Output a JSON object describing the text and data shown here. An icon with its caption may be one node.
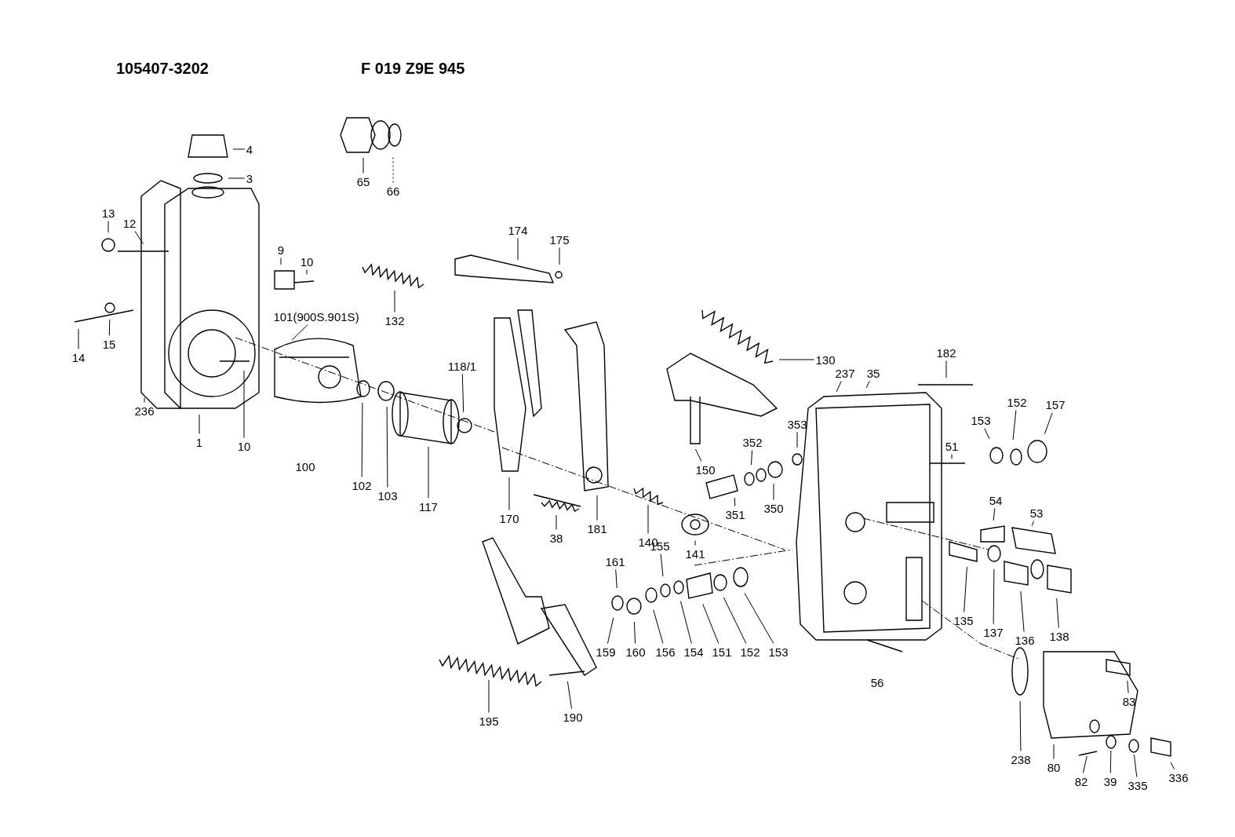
{
  "diagram": {
    "nodes": [
      {
        "text": [
          "4"
        ]
      },
      {
        "text": [
          "3"
        ]
      },
      {
        "text": [
          "65"
        ]
      },
      {
        "text": [
          "66"
        ]
      },
      {
        "text": [
          "13"
        ]
      },
      {
        "text": [
          "12"
        ]
      },
      {
        "text": [
          "174"
        ]
      },
      {
        "text": [
          "175"
        ]
      },
      {
        "text": [
          "9"
        ]
      },
      {
        "text": [
          "10"
        ]
      },
      {
        "text": [
          "132"
        ]
      },
      {
        "text": [
          "101(900S.901S)"
        ]
      },
      {
        "text": [
          "14"
        ]
      },
      {
        "text": [
          "15"
        ]
      },
      {
        "text": [
          "130"
        ]
      },
      {
        "text": [
          "182"
        ]
      },
      {
        "text": [
          "118/1"
        ]
      },
      {
        "text": [
          "237"
        ]
      },
      {
        "text": [
          "35"
        ]
      },
      {
        "text": [
          "153"
        ]
      },
      {
        "text": [
          "152"
        ]
      },
      {
        "text": [
          "157"
        ]
      },
      {
        "text": [
          "236"
        ]
      },
      {
        "text": [
          "1"
        ]
      },
      {
        "text": [
          "10"
        ]
      },
      {
        "text": [
          "51"
        ]
      },
      {
        "text": [
          "353"
        ]
      },
      {
        "text": [
          "352"
        ]
      },
      {
        "text": [
          "150"
        ]
      },
      {
        "text": [
          "102"
        ]
      },
      {
        "text": [
          "103"
        ]
      },
      {
        "text": [
          "117"
        ]
      },
      {
        "text": [
          "170"
        ]
      },
      {
        "text": [
          "38"
        ]
      },
      {
        "text": [
          "181"
        ]
      },
      {
        "text": [
          "140"
        ]
      },
      {
        "text": [
          "141"
        ]
      },
      {
        "text": [
          "351"
        ]
      },
      {
        "text": [
          "350"
        ]
      },
      {
        "text": [
          "54"
        ]
      },
      {
        "text": [
          "53"
        ]
      },
      {
        "text": [
          "155"
        ]
      },
      {
        "text": [
          "161"
        ]
      },
      {
        "text": [
          "135"
        ]
      },
      {
        "text": [
          "137"
        ]
      },
      {
        "text": [
          "136"
        ]
      },
      {
        "text": [
          "138"
        ]
      },
      {
        "text": [
          "153"
        ]
      },
      {
        "text": [
          "152"
        ]
      },
      {
        "text": [
          "151"
        ]
      },
      {
        "text": [
          "154"
        ]
      },
      {
        "text": [
          "156"
        ]
      },
      {
        "text": [
          "159"
        ]
      },
      {
        "text": [
          "160"
        ]
      },
      {
        "text": [
          "83"
        ]
      },
      {
        "text": [
          "195"
        ]
      },
      {
        "text": [
          "190"
        ]
      },
      {
        "text": [
          "238"
        ]
      },
      {
        "text": [
          "80"
        ]
      },
      {
        "text": [
          "82"
        ]
      },
      {
        "text": [
          "39"
        ]
      },
      {
        "text": [
          "335"
        ]
      },
      {
        "text": [
          "336"
        ]
      }
    ],
    "edges": [
      {
        "from": 0,
        "to": null,
        "arrow": "none"
      },
      {
        "from": 1,
        "to": null,
        "arrow": "none"
      },
      {
        "from": 2,
        "to": null,
        "arrow": "none"
      },
      {
        "from": 3,
        "to": null,
        "arrow": "none",
        "style": "dashed"
      },
      {
        "from": 4,
        "to": null,
        "arrow": "none"
      },
      {
        "from": 5,
        "to": null,
        "arrow": "none"
      },
      {
        "from": 6,
        "to": null,
        "arrow": "none"
      },
      {
        "from": 7,
        "to": null,
        "arrow": "none"
      },
      {
        "from": 8,
        "to": null,
        "arrow": "none"
      },
      {
        "from": 9,
        "to": null,
        "arrow": "none"
      },
      {
        "from": 10,
        "to": null,
        "arrow": "none"
      },
      {
        "from": 11,
        "to": null,
        "arrow": "none"
      },
      {
        "from": 12,
        "to": null,
        "arrow": "none"
      },
      {
        "from": 13,
        "to": null,
        "arrow": "none"
      },
      {
        "from": 14,
        "to": null,
        "arrow": "none"
      },
      {
        "from": 15,
        "to": null,
        "arrow": "none"
      },
      {
        "from": 16,
        "to": null,
        "arrow": "none"
      },
      {
        "from": 17,
        "to": null,
        "arrow": "none"
      },
      {
        "from": 18,
        "to": null,
        "arrow": "none"
      },
      {
        "from": 19,
        "to": null,
        "arrow": "none"
      },
      {
        "from": 20,
        "to": null,
        "arrow": "none"
      },
      {
        "from": 21,
        "to": null,
        "arrow": "none"
      },
      {
        "from": 22,
        "to": null,
        "arrow": "none"
      },
      {
        "from": 23,
        "to": null,
        "arrow": "none"
      },
      {
        "from": 24,
        "to": null,
        "arrow": "none"
      },
      {
        "from": 25,
        "to": null,
        "arrow": "none"
      },
      {
        "from": 26,
        "to": null,
        "arrow": "none"
      },
      {
        "from": 27,
        "to": null,
        "arrow": "none"
      },
      {
        "from": 28,
        "to": null,
        "arrow": "none"
      },
      {
        "from": 29,
        "to": null,
        "arrow": "none"
      },
      {
        "from": 30,
        "to": null,
        "arrow": "none"
      },
      {
        "from": 31,
        "to": null,
        "arrow": "none"
      },
      {
        "from": 32,
        "to": null,
        "arrow": "none"
      },
      {
        "from": 33,
        "to": null,
        "arrow": "none"
      },
      {
        "from": 34,
        "to": null,
        "arrow": "none"
      },
      {
        "from": 35,
        "to": null,
        "arrow": "none"
      },
      {
        "from": 36,
        "to": null,
        "arrow": "none"
      },
      {
        "from": 37,
        "to": null,
        "arrow": "none"
      },
      {
        "from": 38,
        "to": null,
        "arrow": "none"
      },
      {
        "from": 39,
        "to": null,
        "arrow": "none"
      },
      {
        "from": 40,
        "to": null,
        "arrow": "none"
      },
      {
        "from": 41,
        "to": null,
        "arrow": "none"
      },
      {
        "from": 42,
        "to": null,
        "arrow": "none"
      },
      {
        "from": 43,
        "to": null,
        "arrow": "none"
      },
      {
        "from": 44,
        "to": null,
        "arrow": "none"
      },
      {
        "from": 45,
        "to": null,
        "arrow": "none"
      },
      {
        "from": 46,
        "to": null,
        "arrow": "none"
      },
      {
        "from": 47,
        "to": null,
        "arrow": "none"
      },
      {
        "from": 48,
        "to": null,
        "arrow": "none"
      },
      {
        "from": 49,
        "to": null,
        "arrow": "none"
      },
      {
        "from": 50,
        "to": null,
        "arrow": "none"
      },
      {
        "from": 51,
        "to": null,
        "arrow": "none"
      },
      {
        "from": 52,
        "to": null,
        "arrow": "none"
      },
      {
        "from": 53,
        "to": null,
        "arrow": "none"
      },
      {
        "from": 54,
        "to": null,
        "arrow": "none"
      },
      {
        "from": 55,
        "to": null,
        "arrow": "none"
      },
      {
        "from": 56,
        "to": null,
        "arrow": "none"
      },
      {
        "from": 57,
        "to": null,
        "arrow": "none"
      },
      {
        "from": 58,
        "to": null,
        "arrow": "none"
      },
      {
        "from": 59,
        "to": null,
        "arrow": "none"
      },
      {
        "from": 60,
        "to": null,
        "arrow": "none"
      },
      {
        "from": 61,
        "to": null,
        "arrow": "none"
      },
      {
        "from": 62,
        "to": null,
        "arrow": "none"
      }
    ],
    "labels": [
      "105407-3202",
      "F 019 Z9E 945",
      "100",
      "56"
    ]
  }
}
